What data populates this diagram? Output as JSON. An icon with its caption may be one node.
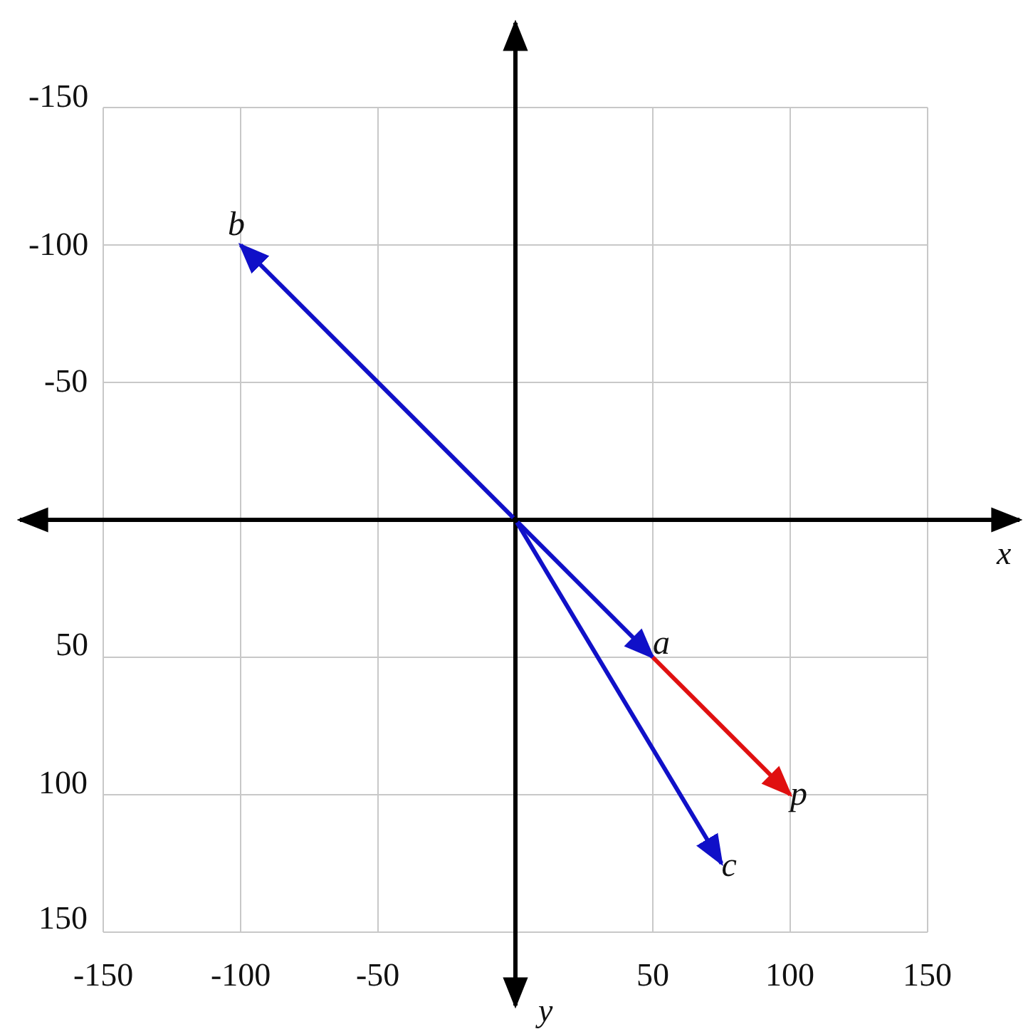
{
  "diagram": {
    "nodes": [
      {
        "text": [],
        "shape": "point"
      },
      {
        "text": [
          "b"
        ]
      },
      {
        "text": [
          "a"
        ]
      },
      {
        "text": [
          "p"
        ]
      },
      {
        "text": [
          "c"
        ]
      }
    ],
    "edges": [
      {
        "from": 0,
        "to": 2,
        "arrow": "to"
      },
      {
        "from": 0,
        "to": 1,
        "arrow": "to"
      },
      {
        "from": 0,
        "to": 4,
        "arrow": "to"
      },
      {
        "from": 2,
        "to": 3,
        "arrow": "to",
        "color": "#e01010"
      }
    ],
    "labels": [
      "-150",
      "-100",
      "-50",
      "x",
      "50",
      "100",
      "150",
      "-150",
      "-100",
      "-50",
      "50",
      "100",
      "150",
      "y"
    ]
  }
}
